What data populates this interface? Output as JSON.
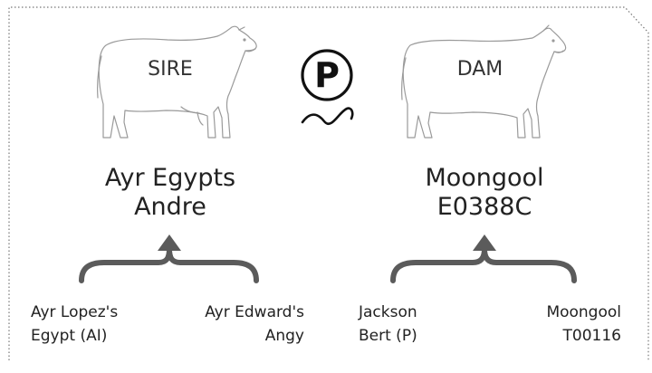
{
  "sire": {
    "role_label": "SIRE",
    "name_line1": "Ayr Egypts",
    "name_line2": "Andre",
    "parents": [
      {
        "line1": "Ayr Lopez's",
        "line2": "Egypt (AI)"
      },
      {
        "line1": "Ayr Edward's",
        "line2": "Angy"
      }
    ]
  },
  "dam": {
    "role_label": "DAM",
    "name_line1": "Moongool",
    "name_line2": "E0388C",
    "parents": [
      {
        "line1": "Jackson",
        "line2": "Bert (P)"
      },
      {
        "line1": "Moongool",
        "line2": "T00116"
      }
    ]
  },
  "poll_symbol": "P",
  "icons": {
    "sire_cow": "bull-outline-icon",
    "dam_cow": "cow-outline-icon",
    "poll": "poll-marker-icon",
    "brace": "brace-arrow-icon"
  },
  "colors": {
    "frame": "#777777",
    "outline": "#9a9a9a",
    "brace": "#5b5b5b",
    "text": "#222222"
  }
}
